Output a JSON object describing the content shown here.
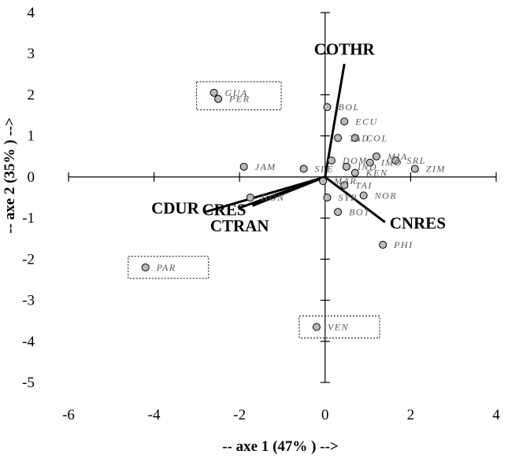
{
  "chart_data": {
    "type": "scatter",
    "xlabel": "-- axe 1 (47% ) -->",
    "ylabel": "-- axe 2 (35% ) -->",
    "xlim": [
      -6,
      4
    ],
    "ylim": [
      -5,
      4
    ],
    "x_ticks": [
      "-6",
      "-4",
      "-2",
      "0",
      "2",
      "4"
    ],
    "y_ticks": [
      "4",
      "3",
      "2",
      "1",
      "0",
      "-1",
      "-2",
      "-3",
      "-4",
      "-5"
    ],
    "points": [
      {
        "label": "GUA",
        "x": -2.6,
        "y": 2.05
      },
      {
        "label": "PER",
        "x": -2.5,
        "y": 1.9
      },
      {
        "label": "BOL",
        "x": 0.05,
        "y": 1.7
      },
      {
        "label": "ECU",
        "x": 0.45,
        "y": 1.35
      },
      {
        "label": "COL",
        "x": 0.7,
        "y": 0.95
      },
      {
        "label": "TAD",
        "x": 0.3,
        "y": 0.95
      },
      {
        "label": "MIA",
        "x": 1.2,
        "y": 0.5
      },
      {
        "label": "SRL",
        "x": 1.65,
        "y": 0.4
      },
      {
        "label": "IMO",
        "x": 1.05,
        "y": 0.35
      },
      {
        "label": "ZIM",
        "x": 2.1,
        "y": 0.2
      },
      {
        "label": "DOM",
        "x": 0.15,
        "y": 0.4
      },
      {
        "label": "IND",
        "x": 0.5,
        "y": 0.25
      },
      {
        "label": "KEN",
        "x": 0.7,
        "y": 0.1
      },
      {
        "label": "JAM",
        "x": -1.9,
        "y": 0.25
      },
      {
        "label": "SLE",
        "x": -0.5,
        "y": 0.2
      },
      {
        "label": "TAI",
        "x": 0.45,
        "y": -0.2
      },
      {
        "label": "MAR",
        "x": -0.05,
        "y": -0.1
      },
      {
        "label": "HON",
        "x": -1.75,
        "y": -0.5
      },
      {
        "label": "SYR",
        "x": 0.05,
        "y": -0.5
      },
      {
        "label": "NOR",
        "x": 0.9,
        "y": -0.45
      },
      {
        "label": "BOT",
        "x": 0.3,
        "y": -0.85
      },
      {
        "label": "PHI",
        "x": 1.35,
        "y": -1.65
      },
      {
        "label": "PAR",
        "x": -4.2,
        "y": -2.2
      },
      {
        "label": "VEN",
        "x": -0.2,
        "y": -3.65
      }
    ],
    "vectors": [
      {
        "label": "COTHR",
        "x": 0.45,
        "y": 2.75
      },
      {
        "label": "CNRES",
        "x": 1.4,
        "y": -1.1
      },
      {
        "label": "CDUR",
        "x": -2.8,
        "y": -0.85
      },
      {
        "label": "CRES",
        "x": -1.7,
        "y": -0.7
      },
      {
        "label": "CTRAN",
        "x": -2.0,
        "y": -0.75
      }
    ],
    "highlight_boxes": [
      {
        "around": [
          "GUA",
          "PER"
        ]
      },
      {
        "around": [
          "PAR"
        ]
      },
      {
        "around": [
          "VEN"
        ]
      }
    ],
    "grid": false,
    "legend": "none"
  }
}
